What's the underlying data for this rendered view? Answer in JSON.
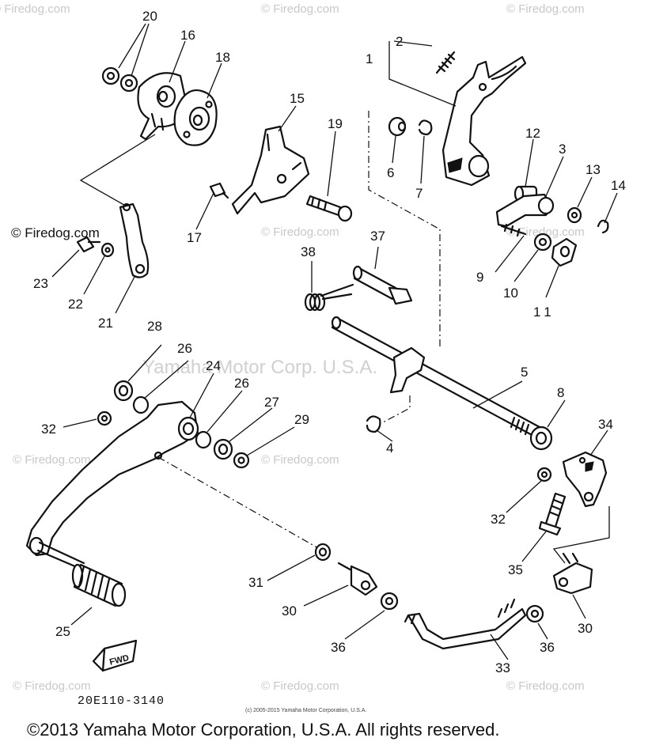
{
  "watermarks": {
    "small": "© Firedog.com",
    "center": "Yamaha Motor Corp. U.S.A."
  },
  "labels": {
    "p1": "1",
    "p2": "2",
    "p3": "3",
    "p4": "4",
    "p5": "5",
    "p6": "6",
    "p7": "7",
    "p8": "8",
    "p9": "9",
    "p10": "10",
    "p11": "11",
    "p12": "12",
    "p13": "13",
    "p14": "14",
    "p15": "15",
    "p16": "16",
    "p17": "17",
    "p18": "18",
    "p19": "19",
    "p20": "20",
    "p21": "21",
    "p22": "22",
    "p23": "23",
    "p24": "24",
    "p25": "25",
    "p26a": "26",
    "p26b": "26",
    "p27": "27",
    "p28": "28",
    "p29": "29",
    "p30a": "30",
    "p30b": "30",
    "p31": "31",
    "p32a": "32",
    "p32b": "32",
    "p33": "33",
    "p34": "34",
    "p35": "35",
    "p36a": "36",
    "p36b": "36",
    "p37": "37",
    "p38": "38"
  },
  "fwd_label": "FWD",
  "diagram_code": "20E110-3140",
  "fine_print": "(c) 2005-2015 Yamaha Motor Corporation, U.S.A.",
  "footer": "©2013 Yamaha Motor Corporation, U.S.A. All rights reserved."
}
